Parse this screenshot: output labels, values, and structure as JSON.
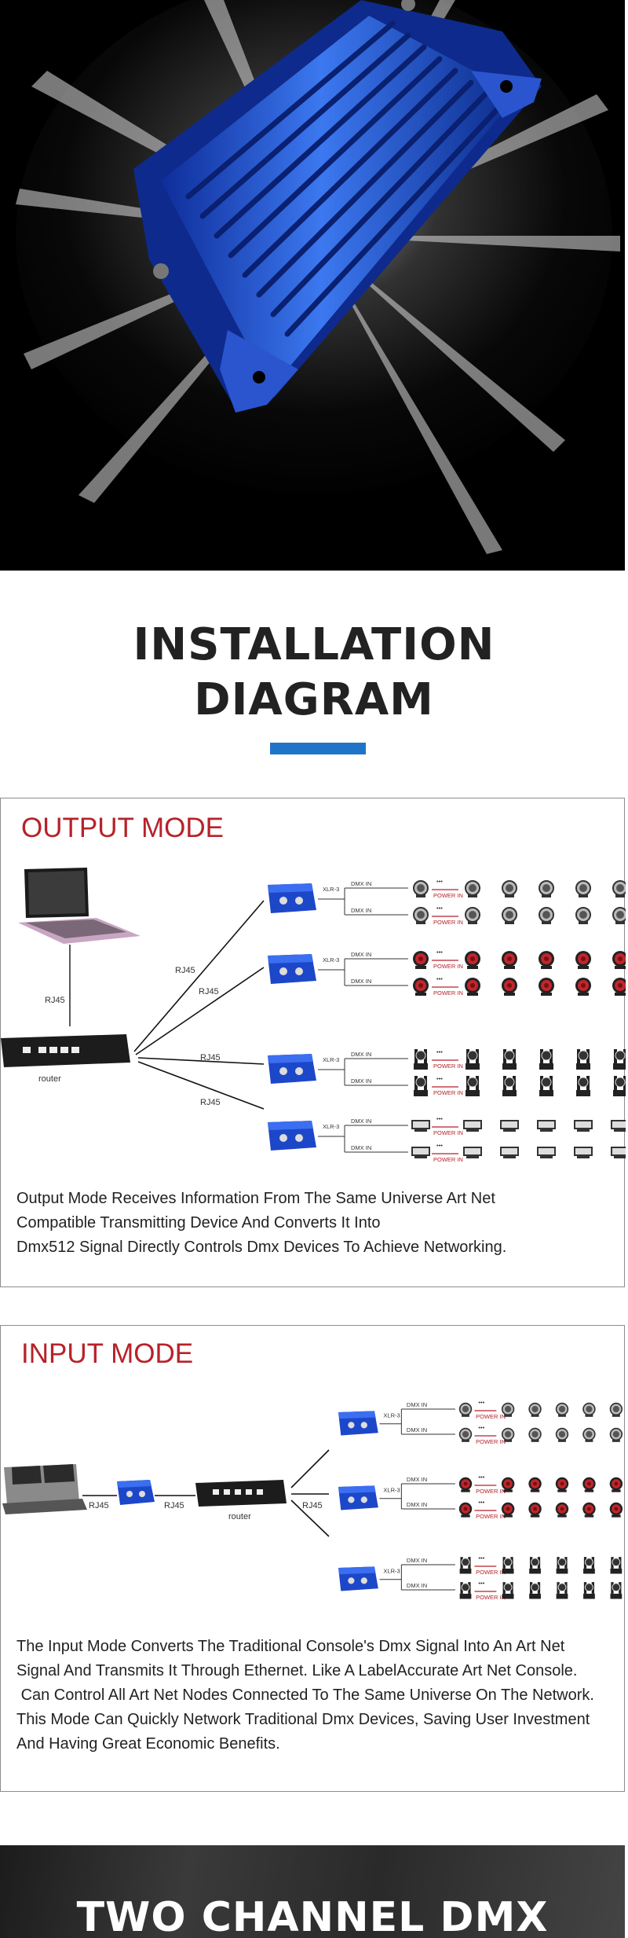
{
  "hero": {
    "product_image": "blue-dmx-node-product",
    "accent": "#1d47c9"
  },
  "title": {
    "line1": "INSTALLATION",
    "line2": "DIAGRAM",
    "underline_color": "#1f74c7"
  },
  "output_mode": {
    "title": "OUTPUT MODE",
    "labels": {
      "rj45": "RJ45",
      "router": "router",
      "xlr": "XLR-3",
      "dmx_in": "DMX IN",
      "power_in": "POWER IN",
      "dots": "•••"
    },
    "fixture_rows": [
      "par-light",
      "wash-light",
      "moving-head",
      "strobe-light"
    ],
    "description": "Output Mode Receives Information From The Same Universe Art Net\nCompatible Transmitting Device And Converts It Into\nDmx512 Signal Directly Controls Dmx Devices To Achieve Networking."
  },
  "input_mode": {
    "title": "INPUT MODE",
    "labels": {
      "rj45": "RJ45",
      "router": "router",
      "xlr": "XLR-3",
      "dmx_in": "DMX IN",
      "power_in": "POWER IN",
      "dots": "•••"
    },
    "fixture_rows": [
      "par-light",
      "wash-light",
      "moving-head"
    ],
    "description": "The Input Mode Converts The Traditional Console's Dmx Signal Into An Art Net\nSignal And Transmits It Through Ethernet. Like A LabelAccurate Art Net Console.\n Can Control All Art Net Nodes Connected To The Same Universe On The Network.\nThis Mode Can Quickly Network Traditional Dmx Devices, Saving User Investment\nAnd Having Great Economic Benefits."
  },
  "banner": {
    "text": "TWO CHANNEL DMX"
  }
}
